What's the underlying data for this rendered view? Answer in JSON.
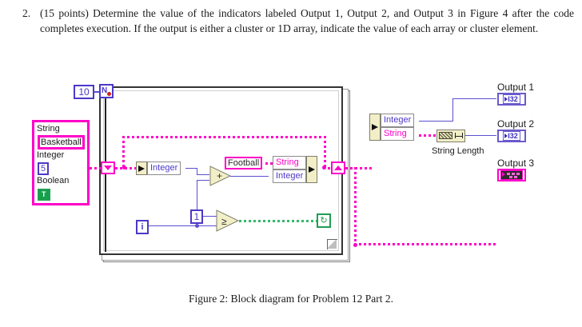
{
  "problem": {
    "number": "2.",
    "text": "(15 points) Determine the value of the indicators labeled Output 1, Output 2, and Output 3 in Figure 4 after the code completes execution.  If the output is either a cluster or 1D array, indicate the value of each array or cluster element."
  },
  "figure": {
    "caption": "Figure 2: Block diagram for Problem 12 Part 2."
  },
  "diagram": {
    "loop": {
      "count_constant": "10",
      "count_terminal_label": "N",
      "iteration_terminal_label": "i",
      "conditional_terminal_label": "↻"
    },
    "cluster_constant": {
      "string_label": "String",
      "string_value": "Basketball",
      "integer_label": "Integer",
      "integer_value": "5",
      "boolean_label": "Boolean",
      "boolean_value": "T"
    },
    "unbundle_in_loop": {
      "element": "Integer"
    },
    "string_constant": "Football",
    "bundle_in_loop": {
      "row_string": "String",
      "row_integer": "Integer"
    },
    "add_function_label": "+",
    "compare_constant": "1",
    "compare_function_label": "≥",
    "unbundle_out": {
      "row_integer": "Integer",
      "row_string": "String"
    },
    "string_length_label": "String Length",
    "indicators": [
      {
        "label": "Output 1",
        "type": "I32"
      },
      {
        "label": "Output 2",
        "type": "I32"
      },
      {
        "label": "Output 3",
        "type": "cluster"
      }
    ]
  },
  "colors": {
    "string_wire": "#ff00c8",
    "numeric_wire": "#5b4fcf",
    "boolean_wire": "#35b86a",
    "node_fill": "#f2efc8"
  }
}
